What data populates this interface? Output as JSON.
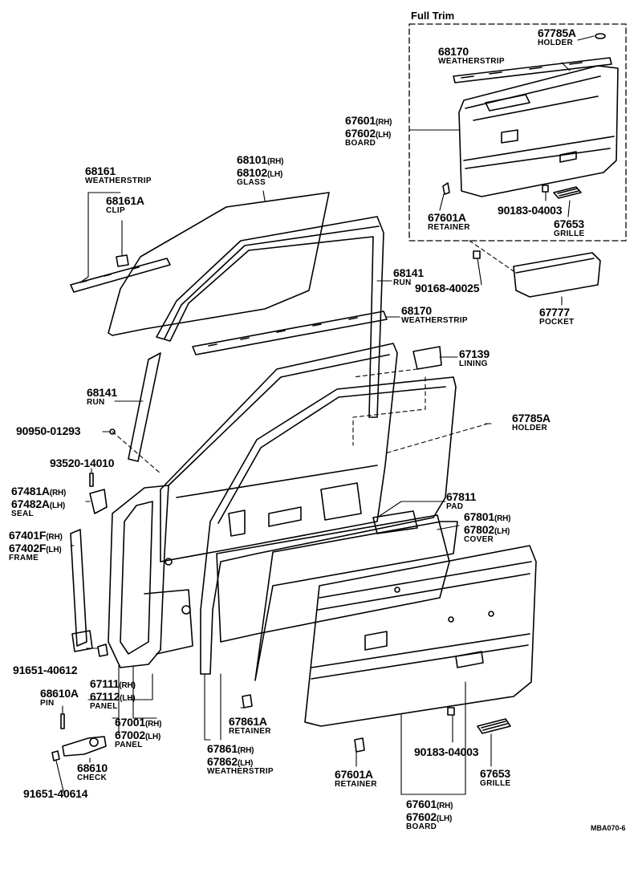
{
  "full_trim_title": "Full Trim",
  "diagram_code": "MBA070-6",
  "callouts": {
    "c67785A_top": {
      "n1": "67785A",
      "name": "HOLDER"
    },
    "c68170_top": {
      "n1": "68170",
      "name": "WEATHERSTRIP"
    },
    "c67601_top": {
      "n1": "67601",
      "s1": "(RH)",
      "n2": "67602",
      "s2": "(LH)",
      "name": "BOARD"
    },
    "c67601A_top": {
      "n1": "67601A",
      "name": "RETAINER"
    },
    "c90183_top": {
      "n1": "90183-04003"
    },
    "c67653_top": {
      "n1": "67653",
      "name": "GRILLE"
    },
    "c90168": {
      "n1": "90168-40025"
    },
    "c67777": {
      "n1": "67777",
      "name": "POCKET"
    },
    "c68161": {
      "n1": "68161",
      "name": "WEATHERSTRIP"
    },
    "c68161A": {
      "n1": "68161A",
      "name": "CLIP"
    },
    "c68101": {
      "n1": "68101",
      "s1": "(RH)",
      "n2": "68102",
      "s2": "(LH)",
      "name": "GLASS"
    },
    "c68141_r": {
      "n1": "68141",
      "name": "RUN"
    },
    "c68170_mid": {
      "n1": "68170",
      "name": "WEATHERSTRIP"
    },
    "c67139": {
      "n1": "67139",
      "name": "LINING"
    },
    "c68141_l": {
      "n1": "68141",
      "name": "RUN"
    },
    "c90950": {
      "n1": "90950-01293"
    },
    "c67785A_mid": {
      "n1": "67785A",
      "name": "HOLDER"
    },
    "c93520": {
      "n1": "93520-14010"
    },
    "c67481A": {
      "n1": "67481A",
      "s1": "(RH)",
      "n2": "67482A",
      "s2": "(LH)",
      "name": "SEAL"
    },
    "c67811": {
      "n1": "67811",
      "name": "PAD"
    },
    "c67801": {
      "n1": "67801",
      "s1": "(RH)",
      "n2": "67802",
      "s2": "(LH)",
      "name": "COVER"
    },
    "c67401F": {
      "n1": "67401F",
      "s1": "(RH)",
      "n2": "67402F",
      "s2": "(LH)",
      "name": "FRAME"
    },
    "c91651_40612": {
      "n1": "91651-40612"
    },
    "c67111": {
      "n1": "67111",
      "s1": "(RH)",
      "n2": "67112",
      "s2": "(LH)",
      "name": "PANEL"
    },
    "c68610A": {
      "n1": "68610A",
      "name": "PIN"
    },
    "c67001": {
      "n1": "67001",
      "s1": "(RH)",
      "n2": "67002",
      "s2": "(LH)",
      "name": "PANEL"
    },
    "c67861A": {
      "n1": "67861A",
      "name": "RETAINER"
    },
    "c67861": {
      "n1": "67861",
      "s1": "(RH)",
      "n2": "67862",
      "s2": "(LH)",
      "name": "WEATHERSTRIP"
    },
    "c68610": {
      "n1": "68610",
      "name": "CHECK"
    },
    "c91651_40614": {
      "n1": "91651-40614"
    },
    "c67601A_bot": {
      "n1": "67601A",
      "name": "RETAINER"
    },
    "c90183_bot": {
      "n1": "90183-04003"
    },
    "c67653_bot": {
      "n1": "67653",
      "name": "GRILLE"
    },
    "c67601_bot": {
      "n1": "67601",
      "s1": "(RH)",
      "n2": "67602",
      "s2": "(LH)",
      "name": "BOARD"
    }
  }
}
